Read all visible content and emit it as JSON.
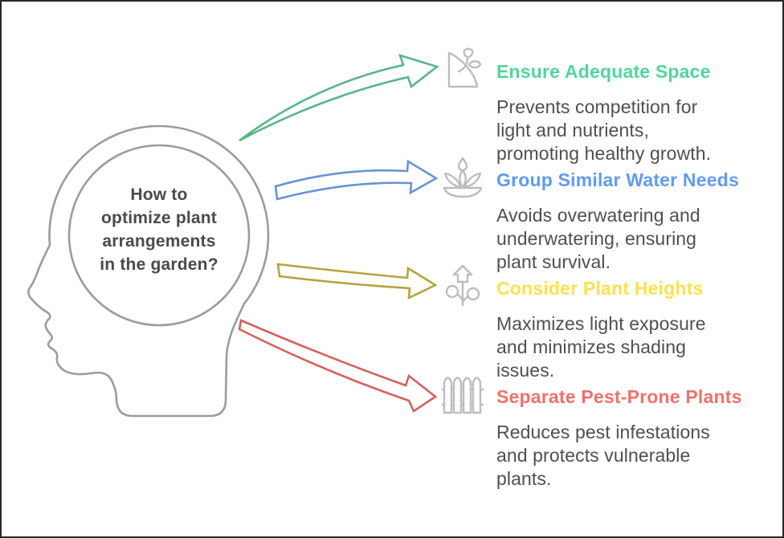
{
  "center": {
    "question": "How to\noptimize plant\narrangements\nin the garden?"
  },
  "items": [
    {
      "title": "Ensure Adequate Space",
      "description": "Prevents competition for\nlight and nutrients,\npromoting healthy growth.",
      "title_color": "#52d69c",
      "arrow_color": "#58b588",
      "icon": "sprout-bed-icon"
    },
    {
      "title": "Group Similar Water Needs",
      "description": "Avoids overwatering and\nunderwatering, ensuring\nplant survival.",
      "title_color": "#5f9bf5",
      "arrow_color": "#6a93d8",
      "icon": "lotus-water-icon"
    },
    {
      "title": "Consider Plant Heights",
      "description": "Maximizes light exposure\nand minimizes shading\nissues.",
      "title_color": "#ffe14c",
      "arrow_color": "#b5a33e",
      "icon": "plant-height-arrow-icon"
    },
    {
      "title": "Separate Pest-Prone Plants",
      "description": "Reduces pest infestations\nand protects vulnerable\nplants.",
      "title_color": "#f0716c",
      "arrow_color": "#d6605c",
      "icon": "picket-fence-icon"
    }
  ],
  "colors": {
    "body_text": "#4f4f4f",
    "question_text": "#4a4a4a",
    "head_outline": "#9c9c9c",
    "icon_outline": "#bdbdbd",
    "background": "#ffffff",
    "frame_border": "#2a2a2a"
  }
}
